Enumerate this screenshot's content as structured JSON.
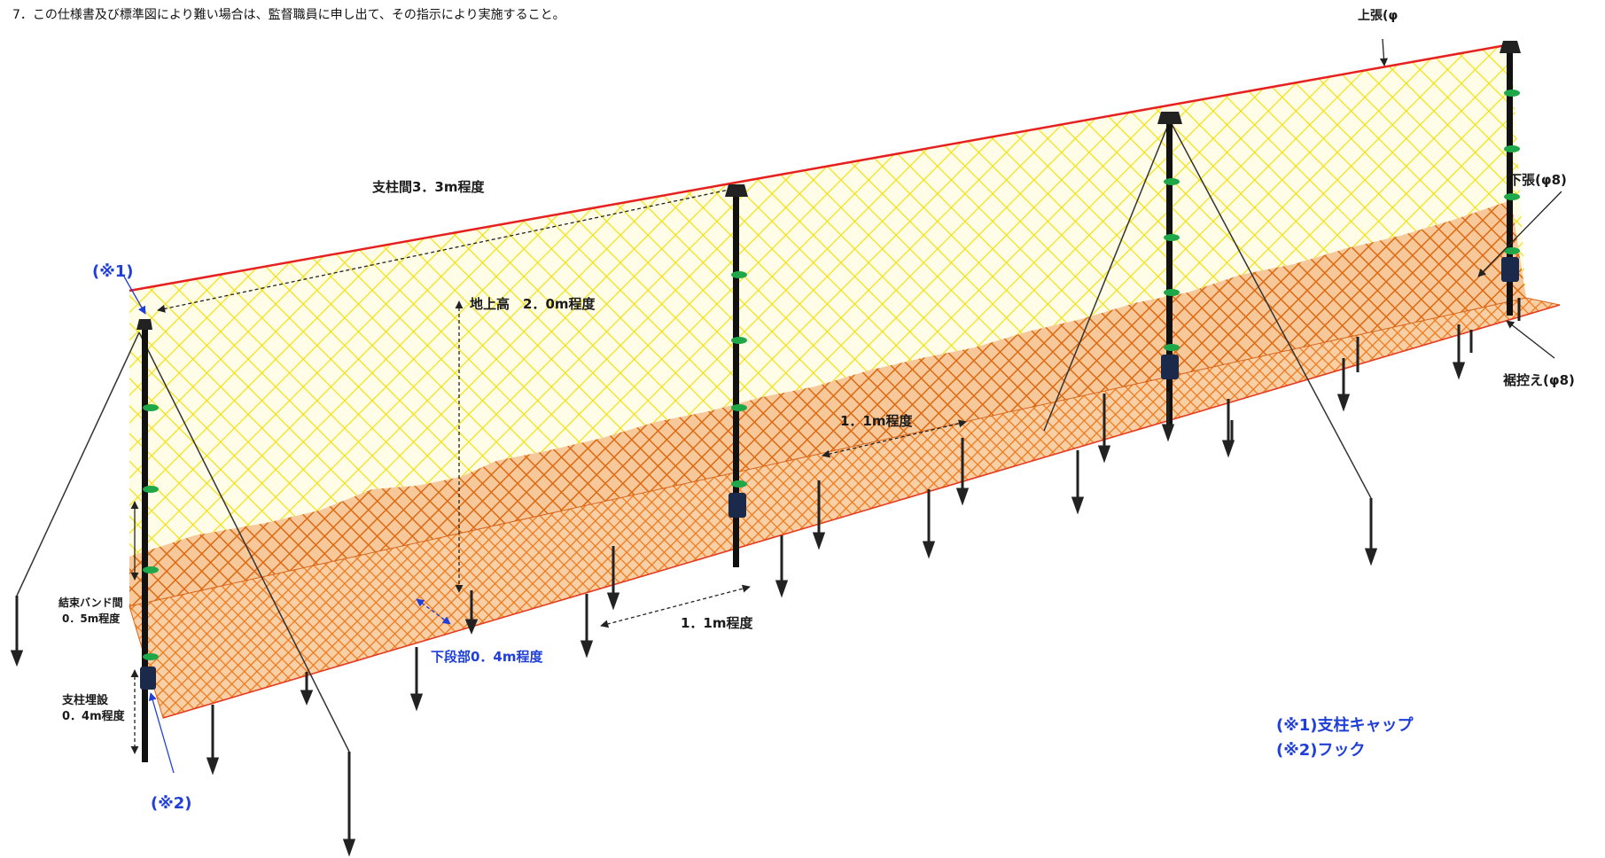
{
  "header_note": "7．この仕様書及び標準図により難い場合は、監督職員に申し出て、その指示により実施すること。",
  "labels": {
    "top_wire": "上張(φ",
    "post_spacing": "支柱間3．3m程度",
    "height": "地上高　2．0m程度",
    "bottom_wire": "下張(φ8)",
    "hem_anchor": "裾控え(φ8)",
    "stake_spacing_mid": "1．1m程度",
    "stake_spacing_low": "1．1m程度",
    "lower_section": "下段部0．4m程度",
    "band_spacing_line1": "結束バンド間",
    "band_spacing_line2": "0．5m程度",
    "post_burial_line1": "支柱埋設",
    "post_burial_line2": "0．4m程度",
    "mark1": "(※1)",
    "mark2": "(※2)"
  },
  "legend": {
    "item1": "(※1)支柱キャップ",
    "item2": "(※2)フック"
  },
  "colors": {
    "net_upper": "#f5e600",
    "net_lower": "#e06a10",
    "hem": "#f07c1c",
    "top_wire": "#e62020",
    "post": "#111111",
    "band": "#1fa84a",
    "hook": "#1b2a4a",
    "accent_blue": "#1f3fd8"
  },
  "icons": [
    "post-cap-icon",
    "hook-icon",
    "stake-icon",
    "binding-band-icon"
  ]
}
